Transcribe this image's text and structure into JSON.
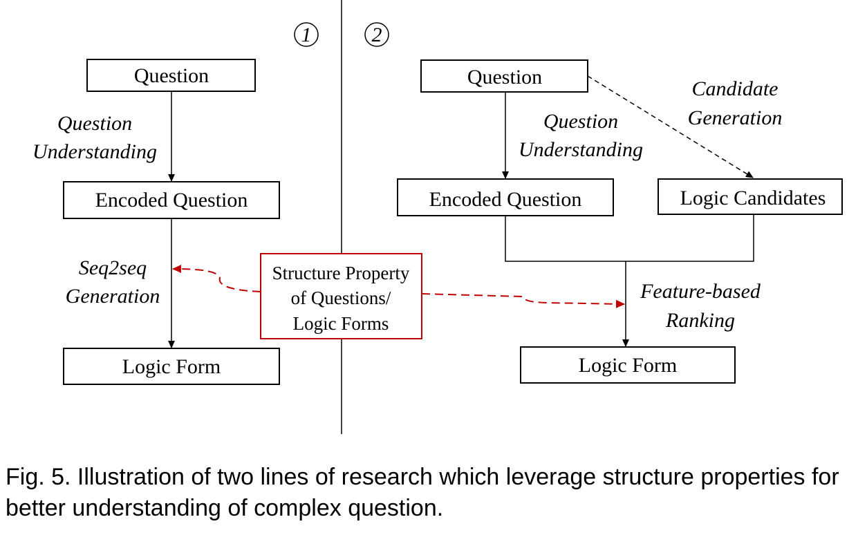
{
  "panel1": {
    "marker": "1",
    "question": "Question",
    "step1_line1": "Question",
    "step1_line2": "Understanding",
    "encoded": "Encoded Question",
    "step2_line1": "Seq2seq",
    "step2_line2": "Generation",
    "logic_form": "Logic Form"
  },
  "panel2": {
    "marker": "2",
    "question": "Question",
    "cand_line1": "Candidate",
    "cand_line2": "Generation",
    "qu_line1": "Question",
    "qu_line2": "Understanding",
    "encoded": "Encoded Question",
    "candidates": "Logic Candidates",
    "rank_line1": "Feature-based",
    "rank_line2": "Ranking",
    "logic_form": "Logic Form"
  },
  "structure_box": {
    "line1": "Structure Property",
    "line2": "of Questions/",
    "line3": "Logic Forms",
    "color": "#c00000"
  },
  "caption": "Fig. 5. Illustration of two lines of research which leverage structure properties for better understanding of complex question."
}
